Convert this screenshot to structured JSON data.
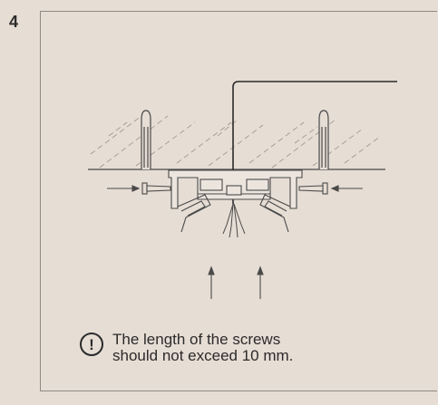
{
  "step": {
    "number": "4"
  },
  "note": {
    "icon": "warning-icon",
    "line1": "The length of the screws",
    "line2": "should not exceed 10 mm."
  },
  "colors": {
    "background": "#e6ddd4",
    "line": "#4a4a4a",
    "border": "#8f8a85"
  }
}
